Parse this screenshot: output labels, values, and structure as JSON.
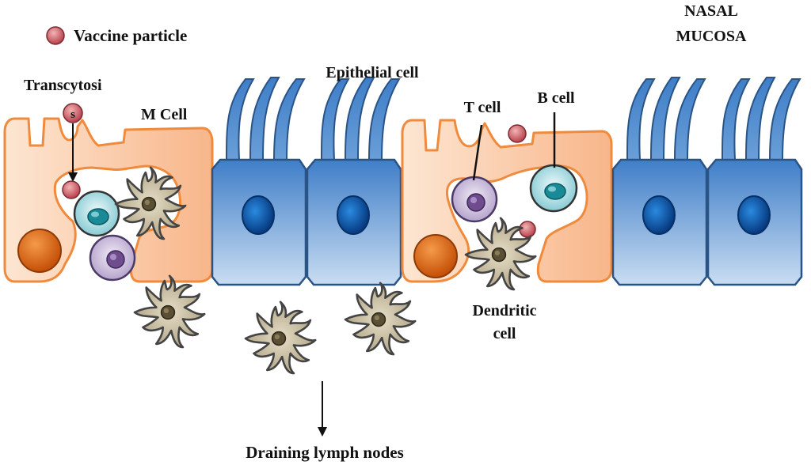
{
  "labels": {
    "legend_vaccine": "Vaccine particle",
    "nasal_line1": "NASAL",
    "nasal_line2": "MUCOSA",
    "transcytosis": "Transcytosi",
    "transcytosis_s": "s",
    "m_cell": "M Cell",
    "epithelial_cell": "Epithelial cell",
    "t_cell": "T cell",
    "b_cell": "B cell",
    "dendritic_line1": "Dendritic",
    "dendritic_line2": "cell",
    "lymph_nodes": "Draining lymph nodes"
  },
  "colors": {
    "m_cell_fill": "#fce3cf",
    "m_cell_stroke": "#f08a3c",
    "epithelial_fill": "#6a9fd8",
    "epithelial_stroke": "#2b5486",
    "nucleus_blue": "#0e5fb0",
    "nucleus_orange": "#e36a10",
    "vaccine_particle": "#c0505a",
    "t_cell": "#b8a8d0",
    "b_cell": "#8fd0d8",
    "dendritic": "#b8ac90"
  }
}
